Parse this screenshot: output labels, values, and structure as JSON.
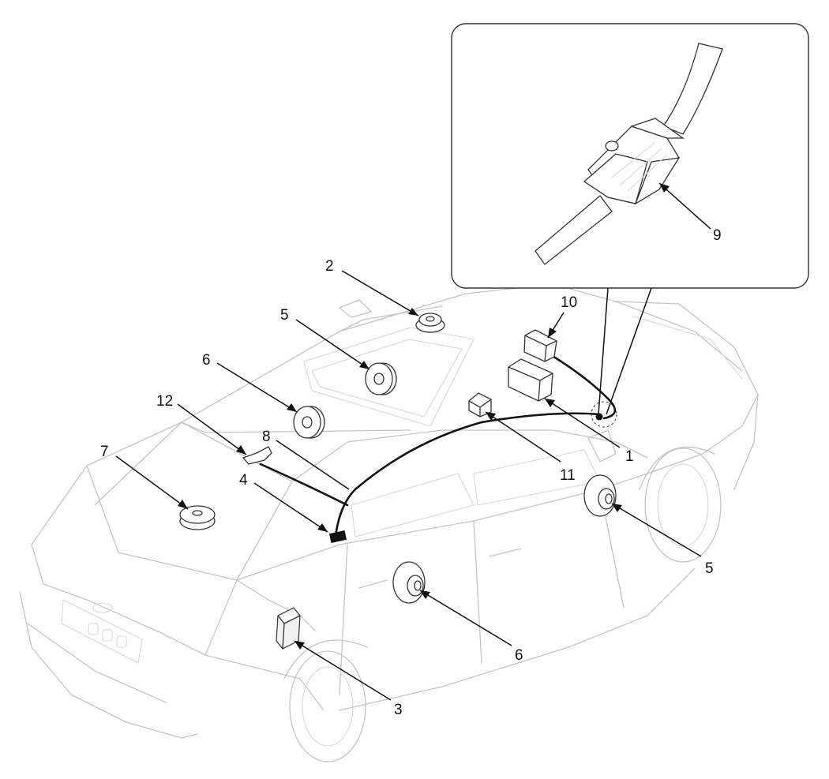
{
  "callouts": {
    "c1": "1",
    "c2": "2",
    "c3": "3",
    "c4": "4",
    "c5_top": "5",
    "c5_door": "5",
    "c6_top": "6",
    "c6_door": "6",
    "c7": "7",
    "c8": "8",
    "c9": "9",
    "c10": "10",
    "c11": "11",
    "c12": "12"
  },
  "colors": {
    "line": "#111111",
    "car_outline": "#c4c4c4",
    "background": "#ffffff"
  }
}
